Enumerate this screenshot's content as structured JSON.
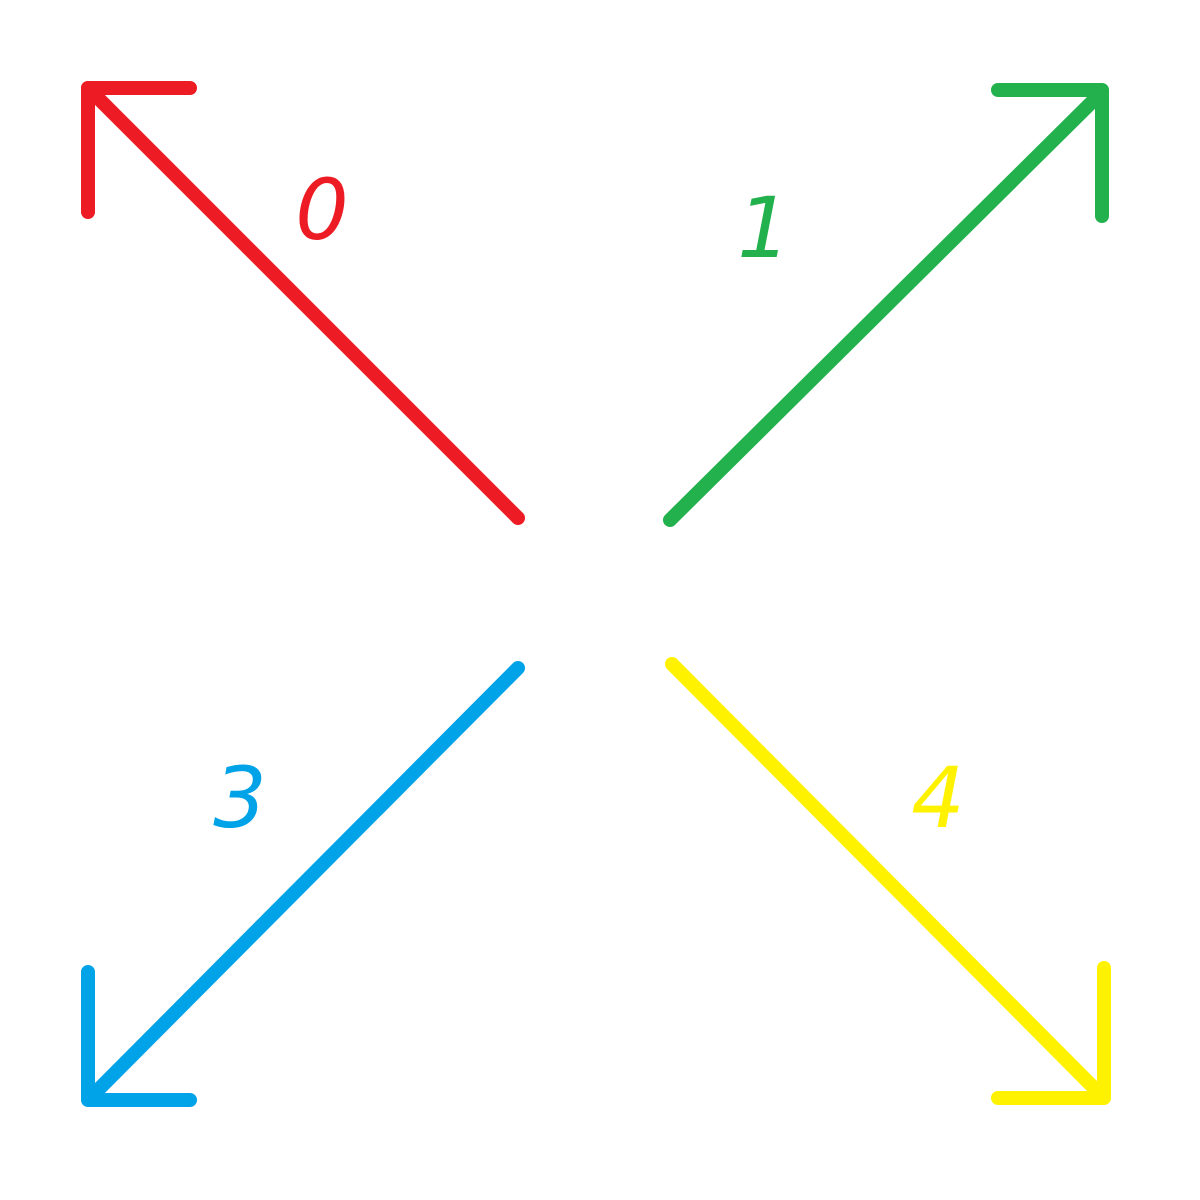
{
  "arrows": [
    {
      "id": "up-left",
      "label": "0",
      "color": "#ed1c24"
    },
    {
      "id": "up-right",
      "label": "1",
      "color": "#22b14c"
    },
    {
      "id": "down-left",
      "label": "3",
      "color": "#00a2e8"
    },
    {
      "id": "down-right",
      "label": "4",
      "color": "#fff200"
    }
  ]
}
